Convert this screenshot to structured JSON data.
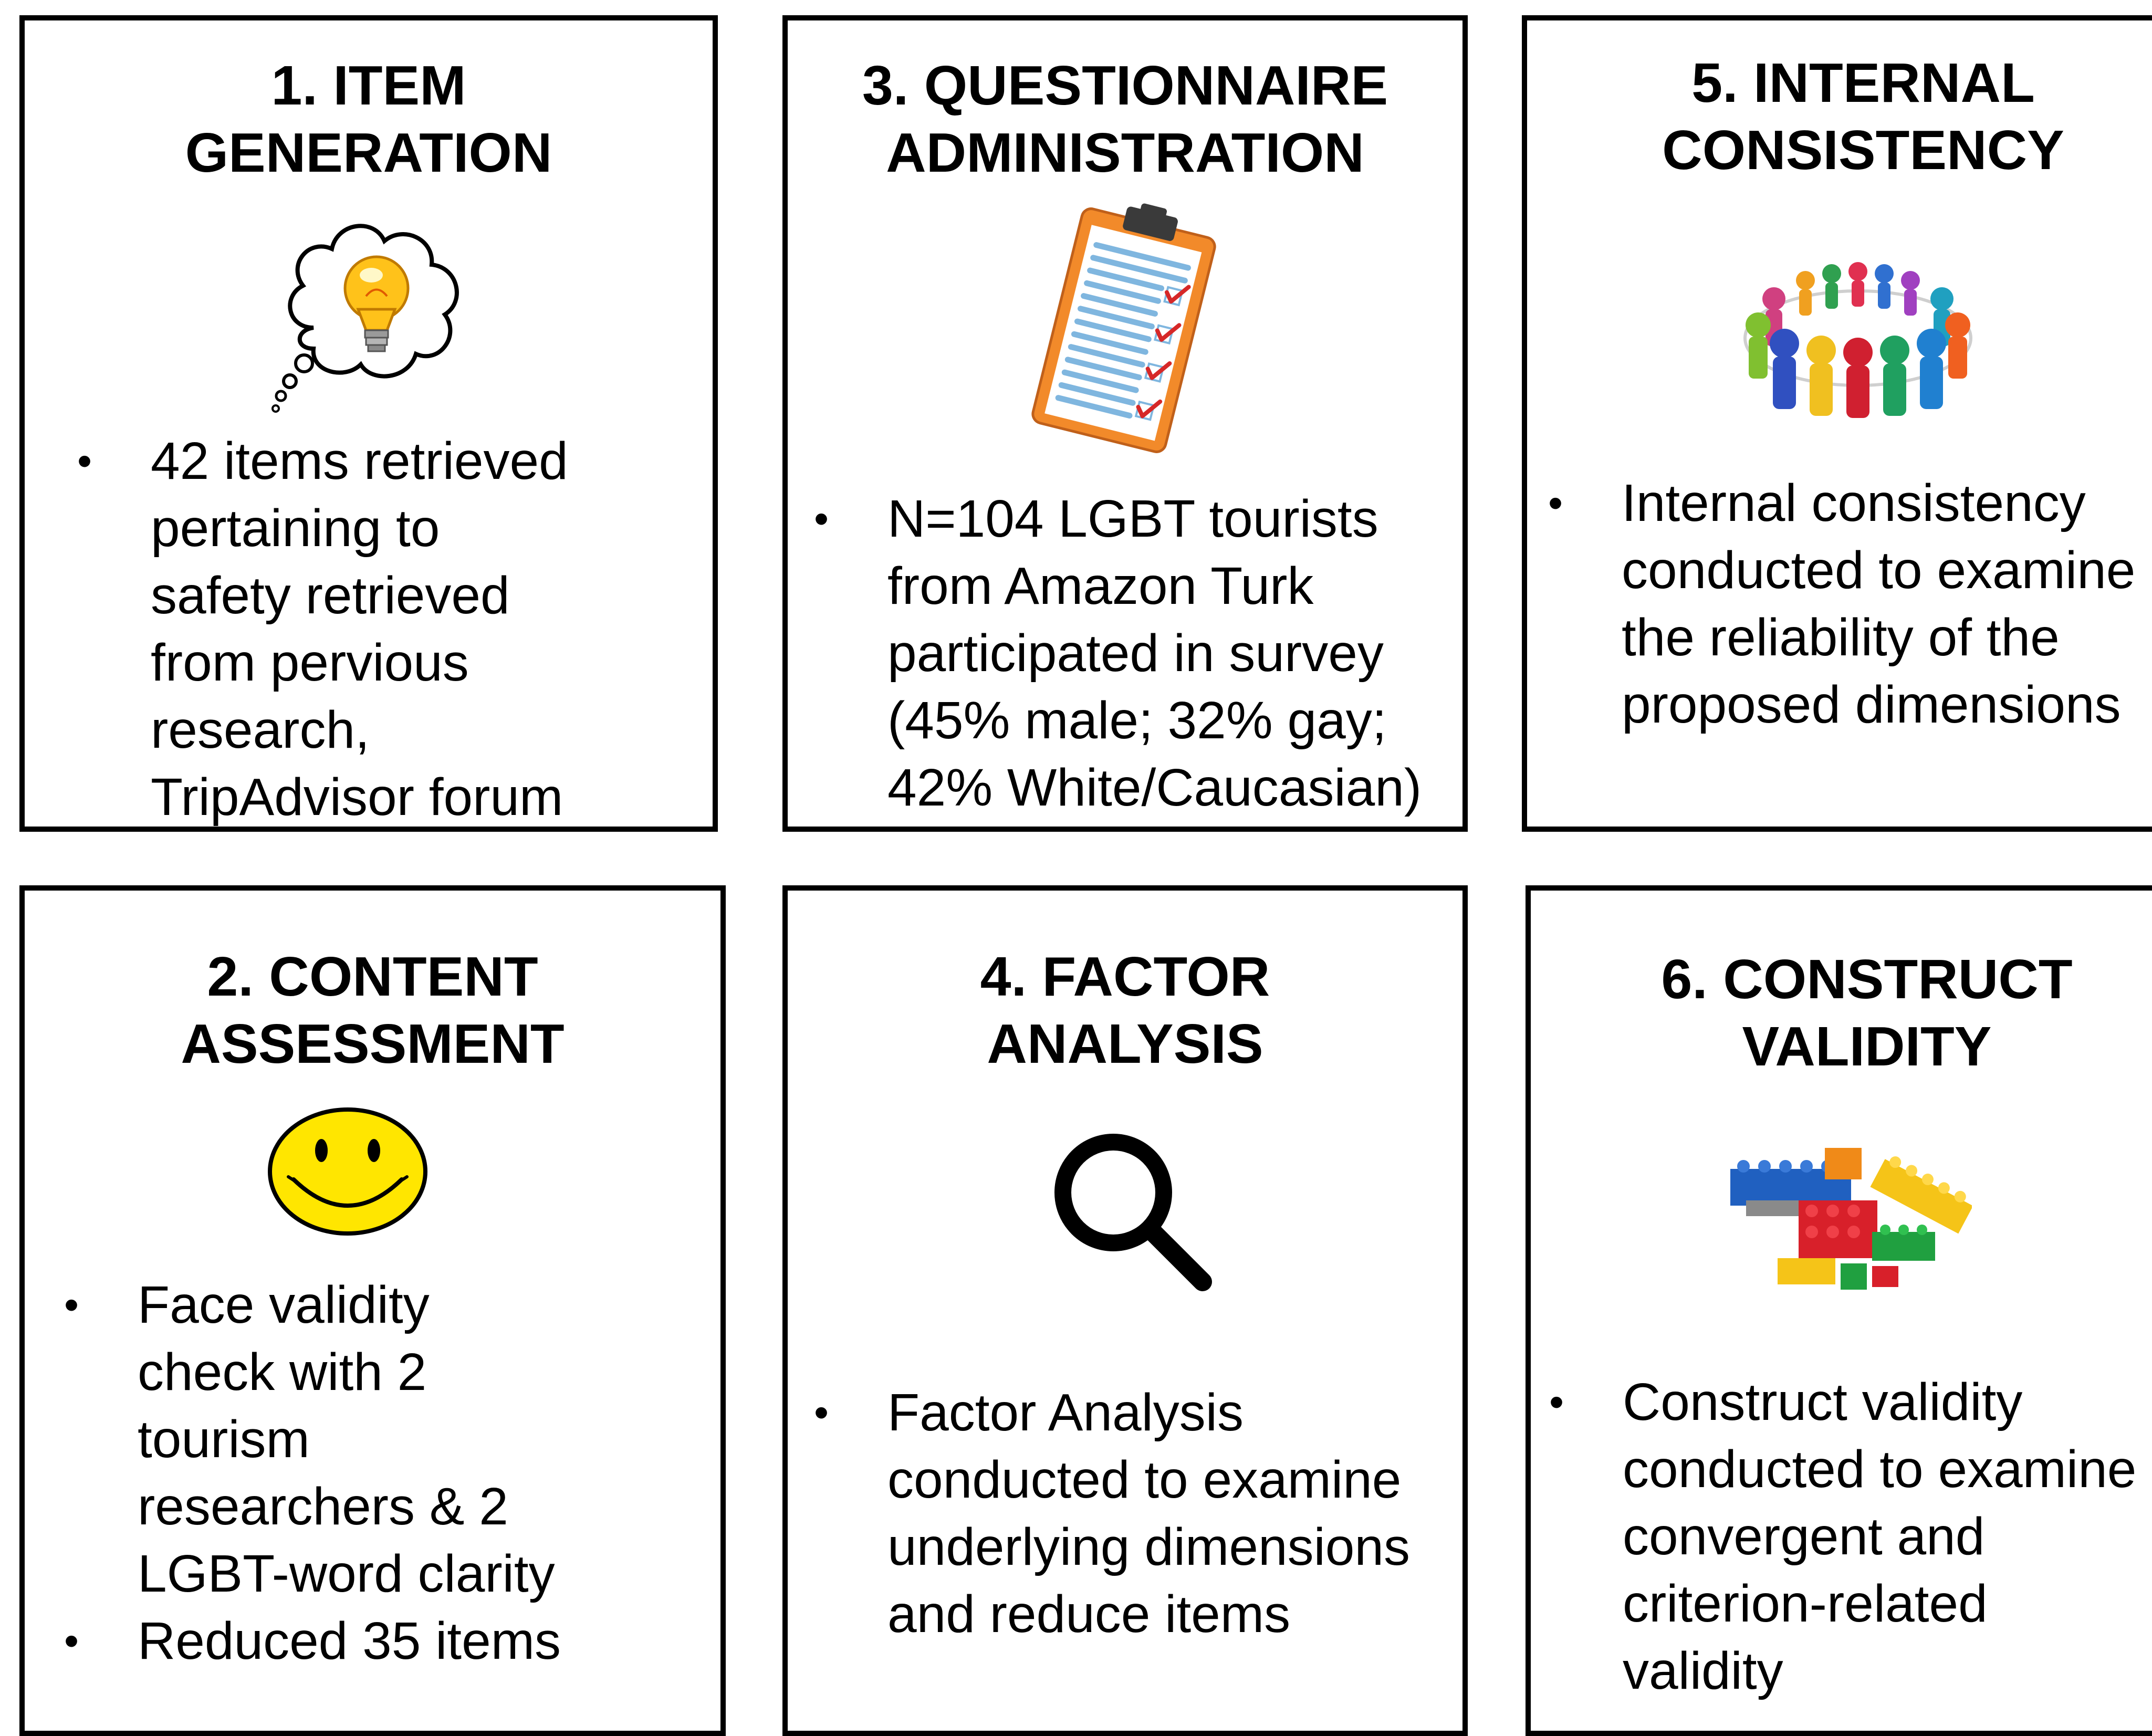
{
  "boxes": [
    {
      "title_lines": [
        "1. ITEM",
        "GENERATION"
      ],
      "icon": "lightbulb-thought-bubble-icon",
      "bullets": [
        [
          "42 items retrieved",
          "pertaining to",
          "safety retrieved",
          "from pervious",
          "research,",
          "TripAdvisor forum"
        ]
      ]
    },
    {
      "title_lines": [
        "2. CONTENT",
        "ASSESSMENT"
      ],
      "icon": "smiley-face-icon",
      "bullets": [
        [
          "Face validity",
          "check with 2",
          "tourism",
          "researchers & 2",
          "LGBT-word clarity"
        ],
        [
          "Reduced 35 items"
        ]
      ]
    },
    {
      "title_lines": [
        "3. QUESTIONNAIRE",
        "ADMINISTRATION"
      ],
      "icon": "clipboard-checklist-icon",
      "bullets": [
        [
          "N=104 LGBT tourists",
          "from Amazon Turk",
          "participated in survey",
          "(45% male; 32% gay;",
          "42% White/Caucasian)"
        ]
      ]
    },
    {
      "title_lines": [
        "4. FACTOR",
        "ANALYSIS"
      ],
      "icon": "magnifying-glass-icon",
      "bullets": [
        [
          "Factor Analysis",
          "conducted to examine",
          "underlying dimensions",
          "and reduce items"
        ]
      ]
    },
    {
      "title_lines": [
        "5. INTERNAL",
        "CONSISTENCY"
      ],
      "icon": "people-circle-icon",
      "bullets": [
        [
          "Internal consistency",
          "conducted to examine",
          "the reliability of the",
          "proposed dimensions"
        ]
      ]
    },
    {
      "title_lines": [
        "6. CONSTRUCT",
        "VALIDITY"
      ],
      "icon": "toy-bricks-icon",
      "bullets": [
        [
          "Construct validity",
          "conducted to examine",
          "convergent and",
          "criterion-related",
          "validity"
        ]
      ]
    }
  ],
  "colors": {
    "border": "#000000",
    "bulb_yellow": "#ffc21a",
    "clipboard_orange": "#f28a2a",
    "clipboard_lines": "#7fb6df",
    "check_red": "#d62828",
    "smiley_yellow": "#ffe600"
  }
}
